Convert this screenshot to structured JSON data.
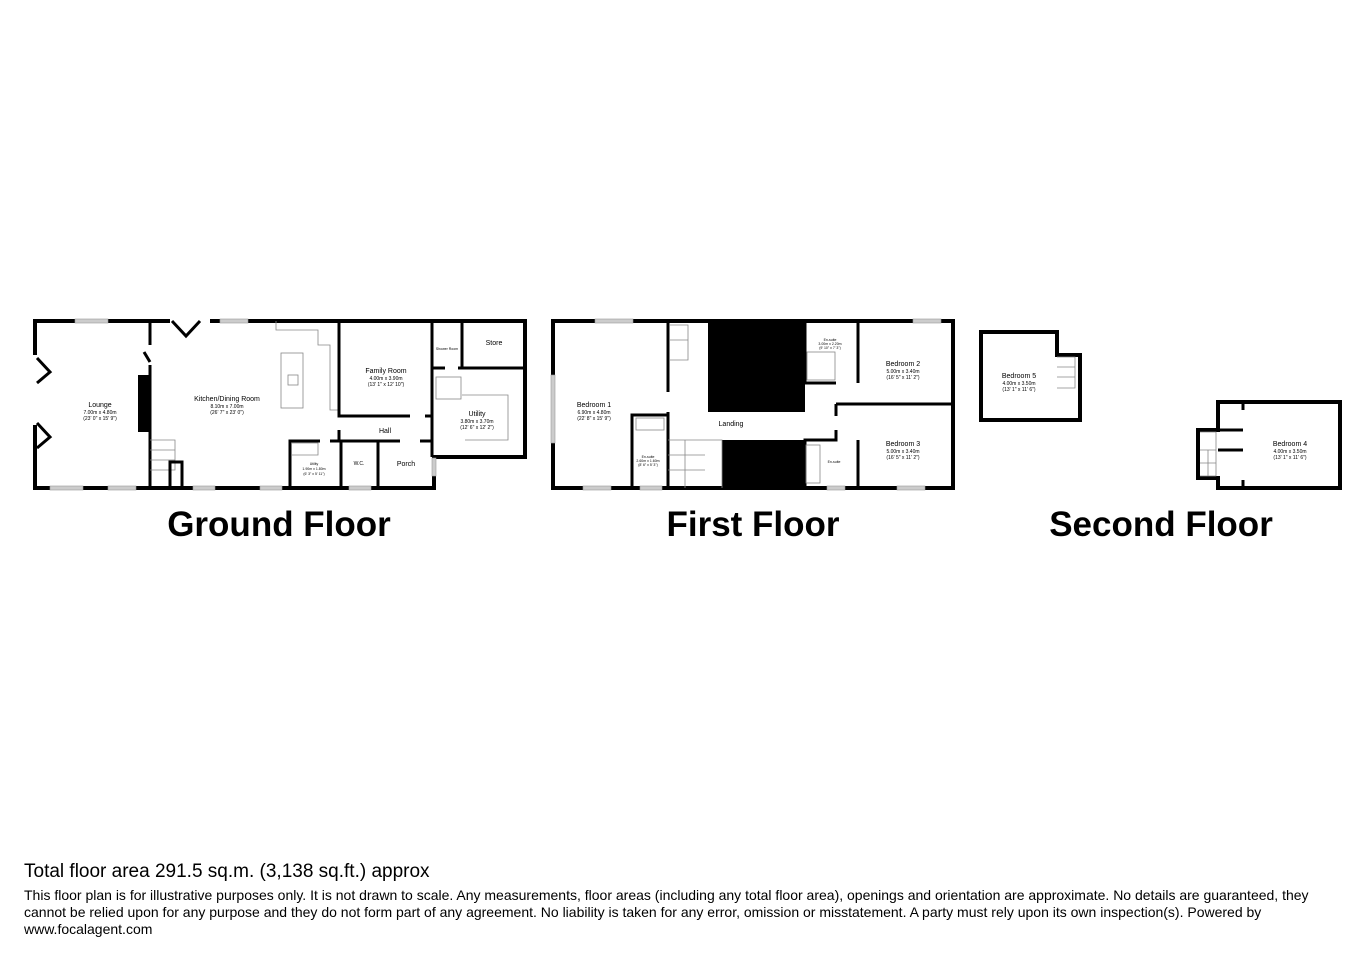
{
  "floors": [
    {
      "title": "Ground Floor",
      "rooms": [
        {
          "name": "Lounge",
          "metric": "7.00m x 4.80m",
          "imperial": "(23' 0\" x 15' 9\")"
        },
        {
          "name": "Kitchen/Dining Room",
          "metric": "8.10m x 7.00m",
          "imperial": "(26' 7\" x 23' 0\")"
        },
        {
          "name": "Family Room",
          "metric": "4.00m x 3.90m",
          "imperial": "(13' 1\" x 12' 10\")"
        },
        {
          "name": "Store"
        },
        {
          "name": "Shower Room"
        },
        {
          "name": "Utility",
          "metric": "3.80m x 3.70m",
          "imperial": "(12' 6\" x 12' 2\")"
        },
        {
          "name": "Hall"
        },
        {
          "name": "W.C."
        },
        {
          "name": "Porch"
        },
        {
          "name": "Utility",
          "metric": "1.90m x 1.80m",
          "imperial": "(6' 3\" x 5' 11\")"
        }
      ]
    },
    {
      "title": "First Floor",
      "rooms": [
        {
          "name": "Bedroom 1",
          "metric": "6.90m x 4.80m",
          "imperial": "(22' 8\" x 15' 9\")"
        },
        {
          "name": "Landing"
        },
        {
          "name": "En-suite",
          "metric": "3.00m x 2.20m",
          "imperial": "(9' 10\" x 7' 3\")"
        },
        {
          "name": "Bedroom 2",
          "metric": "5.00m x 3.40m",
          "imperial": "(16' 5\" x 11' 2\")"
        },
        {
          "name": "Bedroom 3",
          "metric": "5.00m x 3.40m",
          "imperial": "(16' 5\" x 11' 2\")"
        },
        {
          "name": "En-suite",
          "metric": "2.60m x 1.60m",
          "imperial": "(8' 6\" x 5' 3\")"
        },
        {
          "name": "En-suite"
        }
      ]
    },
    {
      "title": "Second Floor",
      "rooms": [
        {
          "name": "Bedroom 5",
          "metric": "4.00m x 3.50m",
          "imperial": "(13' 1\" x 11' 6\")"
        },
        {
          "name": "Bedroom 4",
          "metric": "4.00m x 3.50m",
          "imperial": "(13' 1\" x 11' 6\")"
        }
      ]
    }
  ],
  "footer": {
    "total": "Total floor area 291.5 sq.m. (3,138 sq.ft.) approx",
    "disclaimer": "This floor plan is for illustrative purposes only. It is not drawn to scale. Any measurements, floor areas (including any total floor area), openings and orientation are approximate. No details are guaranteed, they cannot be relied upon for any purpose and they do not form part of any agreement. No liability is taken for any error, omission or misstatement. A party must rely upon its own inspection(s). Powered by www.focalagent.com"
  }
}
